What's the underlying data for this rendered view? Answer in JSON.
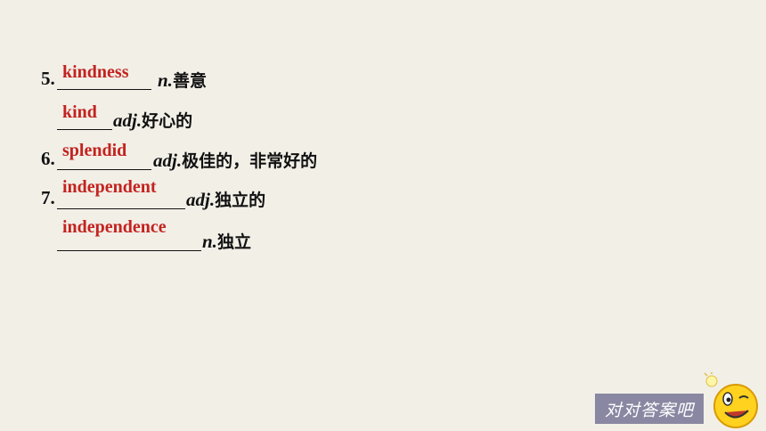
{
  "items": [
    {
      "number": "5.",
      "answer": "kindness",
      "pos": "n.",
      "meaning": "善意"
    },
    {
      "number": "",
      "answer": "kind",
      "pos": "adj.",
      "meaning": "好心的"
    },
    {
      "number": "6.",
      "answer": "splendid",
      "pos": "adj.",
      "meaning": "极佳的，非常好的"
    },
    {
      "number": "7.",
      "answer": "independent",
      "pos": "adj.",
      "meaning": "独立的"
    },
    {
      "number": "",
      "answer": "independence",
      "pos": "n.",
      "meaning": "独立"
    }
  ],
  "check_button": {
    "label": "对对答案吧",
    "icon": "smiley-icon"
  }
}
